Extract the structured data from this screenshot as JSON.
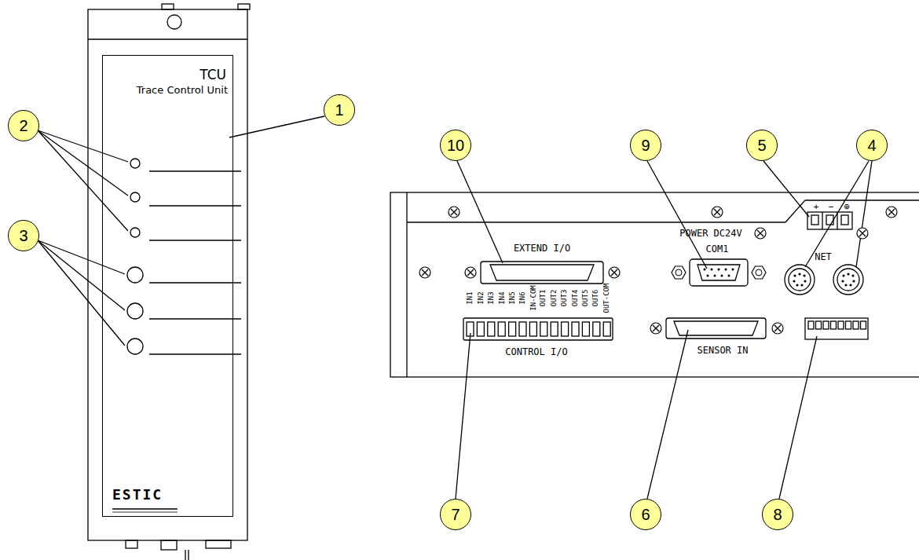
{
  "diagram": {
    "nodes": [
      {
        "text": [
          "TCU",
          "Trace Control Unit",
          "ESTIC"
        ]
      },
      {
        "text": [
          "1"
        ]
      },
      {
        "text": [
          "2"
        ]
      },
      {
        "text": [
          "3"
        ]
      },
      {
        "text": [
          "10"
        ]
      },
      {
        "text": [
          "9"
        ]
      },
      {
        "text": [
          "5"
        ]
      },
      {
        "text": [
          "4"
        ]
      },
      {
        "text": [
          "7"
        ]
      },
      {
        "text": [
          "6"
        ]
      },
      {
        "text": [
          "8"
        ]
      }
    ],
    "labels": [
      "EXTEND I/O",
      "COM1",
      "POWER DC24V",
      "+",
      "−",
      "⊕",
      "NET",
      "CONTROL I/O",
      "SENSOR IN",
      "IN1",
      "IN2",
      "IN3",
      "IN4",
      "IN5",
      "IN6",
      "IN-COM",
      "OUT1",
      "OUT2",
      "OUT3",
      "OUT4",
      "OUT5",
      "OUT6",
      "OUT-COM"
    ]
  }
}
